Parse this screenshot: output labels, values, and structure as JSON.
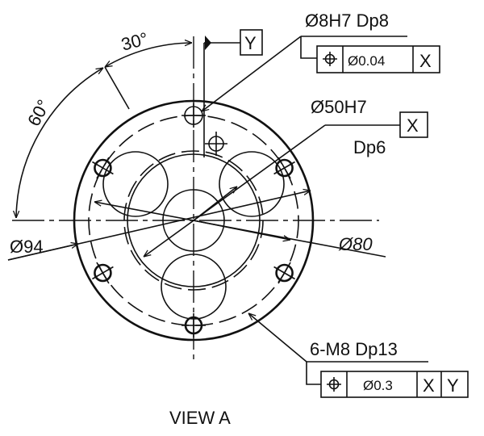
{
  "title": "VIEW A",
  "colors": {
    "part_fill": "#bebebf",
    "line": "#111111"
  },
  "angles": {
    "upper": "30°",
    "lower": "60°"
  },
  "datum_y": "Y",
  "hole_callout": {
    "label": "Ø8H7 Dp8",
    "frame": {
      "symbol": "position-icon",
      "tolerance": "Ø0.04",
      "datums": [
        "X"
      ]
    }
  },
  "bore_callout": {
    "label": "Ø50H7",
    "depth": "Dp6",
    "datum": "X"
  },
  "dia_outer": "Ø94",
  "dia_bolt": "Ø80",
  "thread_callout": {
    "label": "6-M8 Dp13",
    "frame": {
      "symbol": "position-icon",
      "tolerance": "Ø0.3",
      "datums": [
        "X",
        "Y"
      ]
    }
  }
}
